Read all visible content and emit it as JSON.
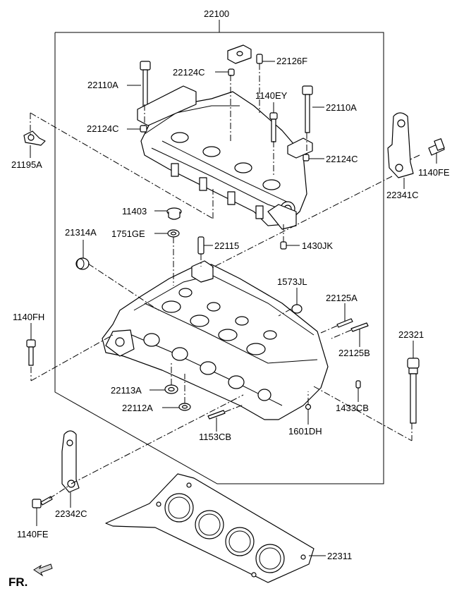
{
  "diagram": {
    "labels": {
      "l22100": "22100",
      "l22126F": "22126F",
      "l22124C_a": "22124C",
      "l22110A_a": "22110A",
      "l1140EY": "1140EY",
      "l22110A_b": "22110A",
      "l22124C_b": "22124C",
      "l21195A": "21195A",
      "l22124C_c": "22124C",
      "l1140FE_a": "1140FE",
      "l22341C": "22341C",
      "l11403": "11403",
      "l21314A": "21314A",
      "l1751GE": "1751GE",
      "l22115": "22115",
      "l1430JK": "1430JK",
      "l1573JL": "1573JL",
      "l22125A": "22125A",
      "l1140FH": "1140FH",
      "l22321": "22321",
      "l22125B": "22125B",
      "l22113A": "22113A",
      "l22112A": "22112A",
      "l1433CB": "1433CB",
      "l1153CB": "1153CB",
      "l1601DH": "1601DH",
      "l22342C": "22342C",
      "l1140FE_b": "1140FE",
      "l22311": "22311",
      "fr": "FR."
    }
  }
}
